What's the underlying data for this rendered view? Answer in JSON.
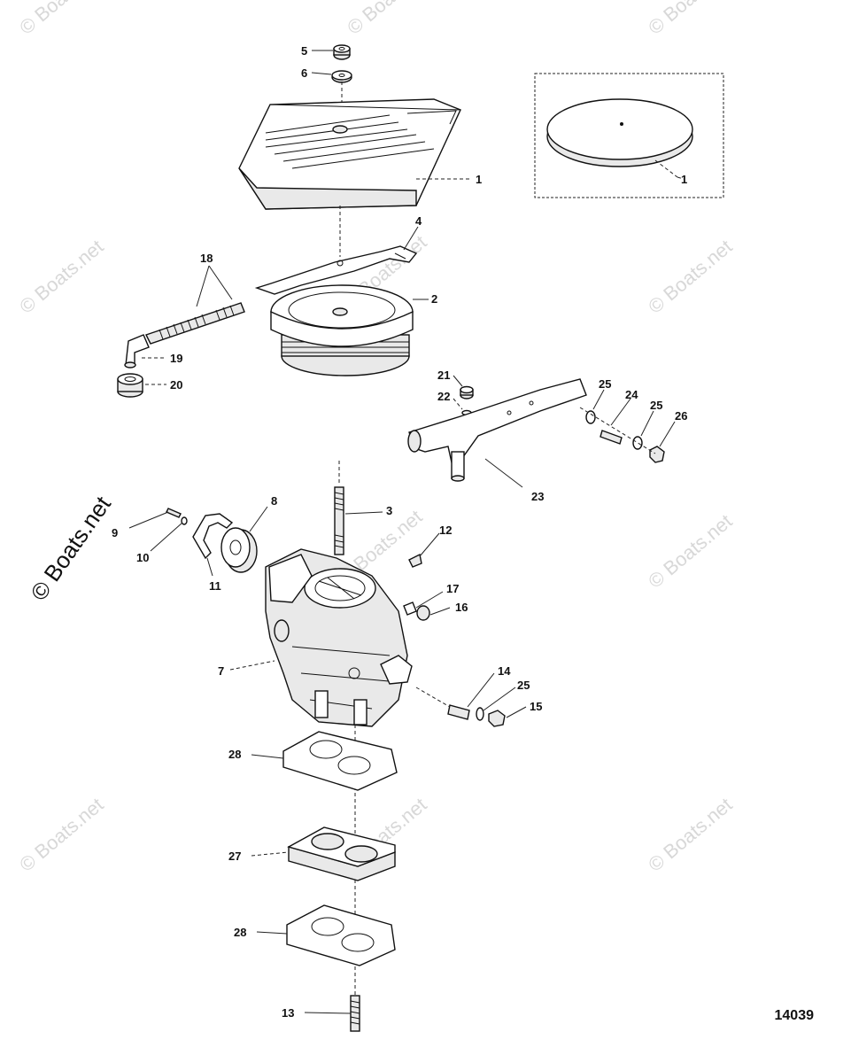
{
  "watermark": "© Boats.net",
  "watermark_side": "© Boats.net",
  "figure_number": "14039",
  "callouts": {
    "c1a": "1",
    "c1b": "1",
    "c2": "2",
    "c3": "3",
    "c4": "4",
    "c5": "5",
    "c6": "6",
    "c7": "7",
    "c8": "8",
    "c9": "9",
    "c10": "10",
    "c11": "11",
    "c12": "12",
    "c13": "13",
    "c14": "14",
    "c15": "15",
    "c16": "16",
    "c17": "17",
    "c18": "18",
    "c19": "19",
    "c20": "20",
    "c21": "21",
    "c22": "22",
    "c23": "23",
    "c24": "24",
    "c25a": "25",
    "c25b": "25",
    "c25c": "25",
    "c26": "26",
    "c27": "27",
    "c28a": "28",
    "c28b": "28"
  }
}
